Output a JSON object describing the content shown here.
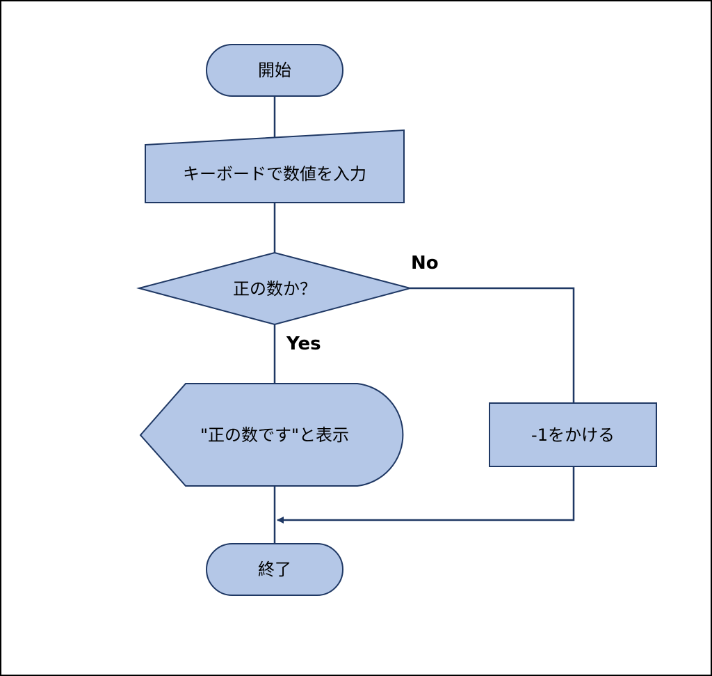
{
  "flowchart": {
    "nodes": {
      "start": {
        "label": "開始",
        "shape": "terminator"
      },
      "input": {
        "label": "キーボードで数値を入力",
        "shape": "manual-input"
      },
      "decision": {
        "label": "正の数か？",
        "shape": "decision"
      },
      "display": {
        "label": "\"正の数です\"と表示",
        "shape": "display"
      },
      "negate": {
        "label": "-1をかける",
        "shape": "process"
      },
      "end": {
        "label": "終了",
        "shape": "terminator"
      }
    },
    "edges": {
      "no_label": "No",
      "yes_label": "Yes"
    },
    "colors": {
      "node_fill": "#b4c7e7",
      "node_stroke": "#1f3864",
      "line": "#1f3864",
      "frame": "#000000"
    }
  }
}
